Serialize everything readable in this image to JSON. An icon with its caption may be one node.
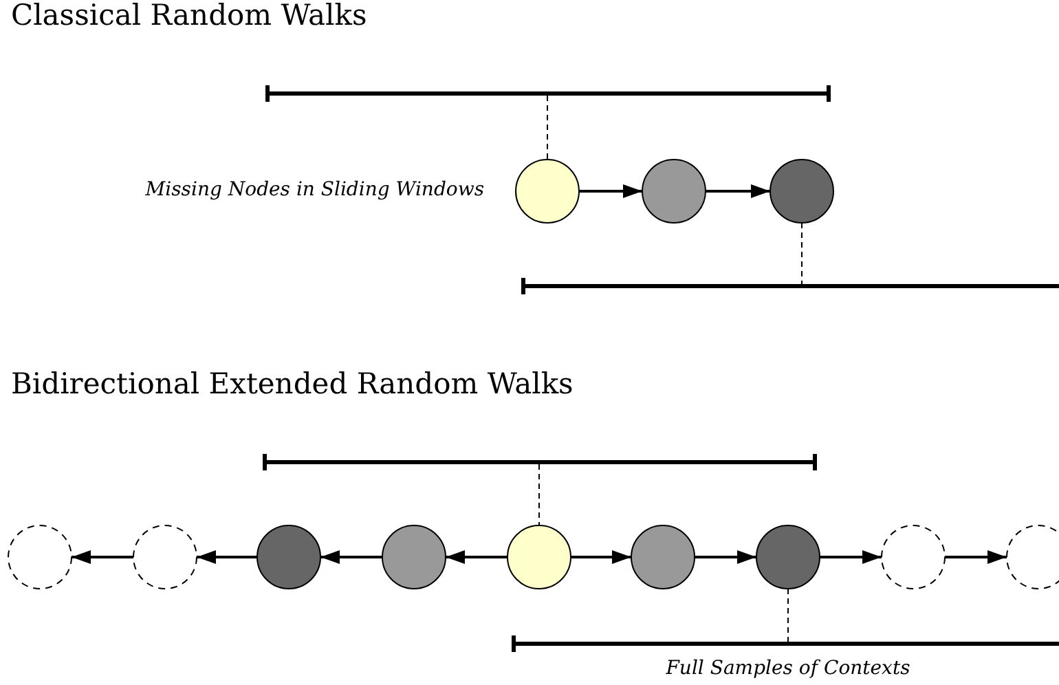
{
  "diagram": {
    "nodes": [
      {
        "text": [],
        "shape": "bar"
      },
      {
        "text": [],
        "shape": "circle",
        "beside": [
          "Missing Nodes in Sliding Windows"
        ]
      },
      {
        "text": [],
        "shape": "circle"
      },
      {
        "text": [],
        "shape": "circle"
      },
      {
        "text": [],
        "shape": "bar"
      },
      {
        "text": [],
        "shape": "bar"
      },
      {
        "text": [],
        "shape": "circle"
      },
      {
        "text": [],
        "shape": "circle"
      },
      {
        "text": [],
        "shape": "circle"
      },
      {
        "text": [],
        "shape": "circle"
      },
      {
        "text": [],
        "shape": "circle"
      },
      {
        "text": [],
        "shape": "circle"
      },
      {
        "text": [],
        "shape": "circle"
      },
      {
        "text": [],
        "shape": "circle"
      },
      {
        "text": [],
        "shape": "circle"
      },
      {
        "text": [],
        "shape": "bar",
        "beside": [
          "Full Samples of Contexts"
        ]
      }
    ],
    "edges": [
      {
        "from": 0,
        "to": 1,
        "arrow": "none",
        "style": "dashed"
      },
      {
        "from": 1,
        "to": 2,
        "arrow": "to"
      },
      {
        "from": 2,
        "to": 3,
        "arrow": "to"
      },
      {
        "from": 3,
        "to": 4,
        "arrow": "none",
        "style": "dashed"
      },
      {
        "from": 5,
        "to": 10,
        "arrow": "none",
        "style": "dashed"
      },
      {
        "from": 10,
        "to": 9,
        "arrow": "to"
      },
      {
        "from": 9,
        "to": 8,
        "arrow": "to"
      },
      {
        "from": 8,
        "to": 7,
        "arrow": "to"
      },
      {
        "from": 7,
        "to": 6,
        "arrow": "to"
      },
      {
        "from": 10,
        "to": 11,
        "arrow": "to"
      },
      {
        "from": 11,
        "to": 12,
        "arrow": "to"
      },
      {
        "from": 12,
        "to": 13,
        "arrow": "to"
      },
      {
        "from": 13,
        "to": 14,
        "arrow": "to"
      },
      {
        "from": 12,
        "to": 15,
        "arrow": "none",
        "style": "dashed"
      }
    ],
    "labels": [
      "Classical Random Walks",
      "Bidirectional Extended Random Walks"
    ]
  }
}
